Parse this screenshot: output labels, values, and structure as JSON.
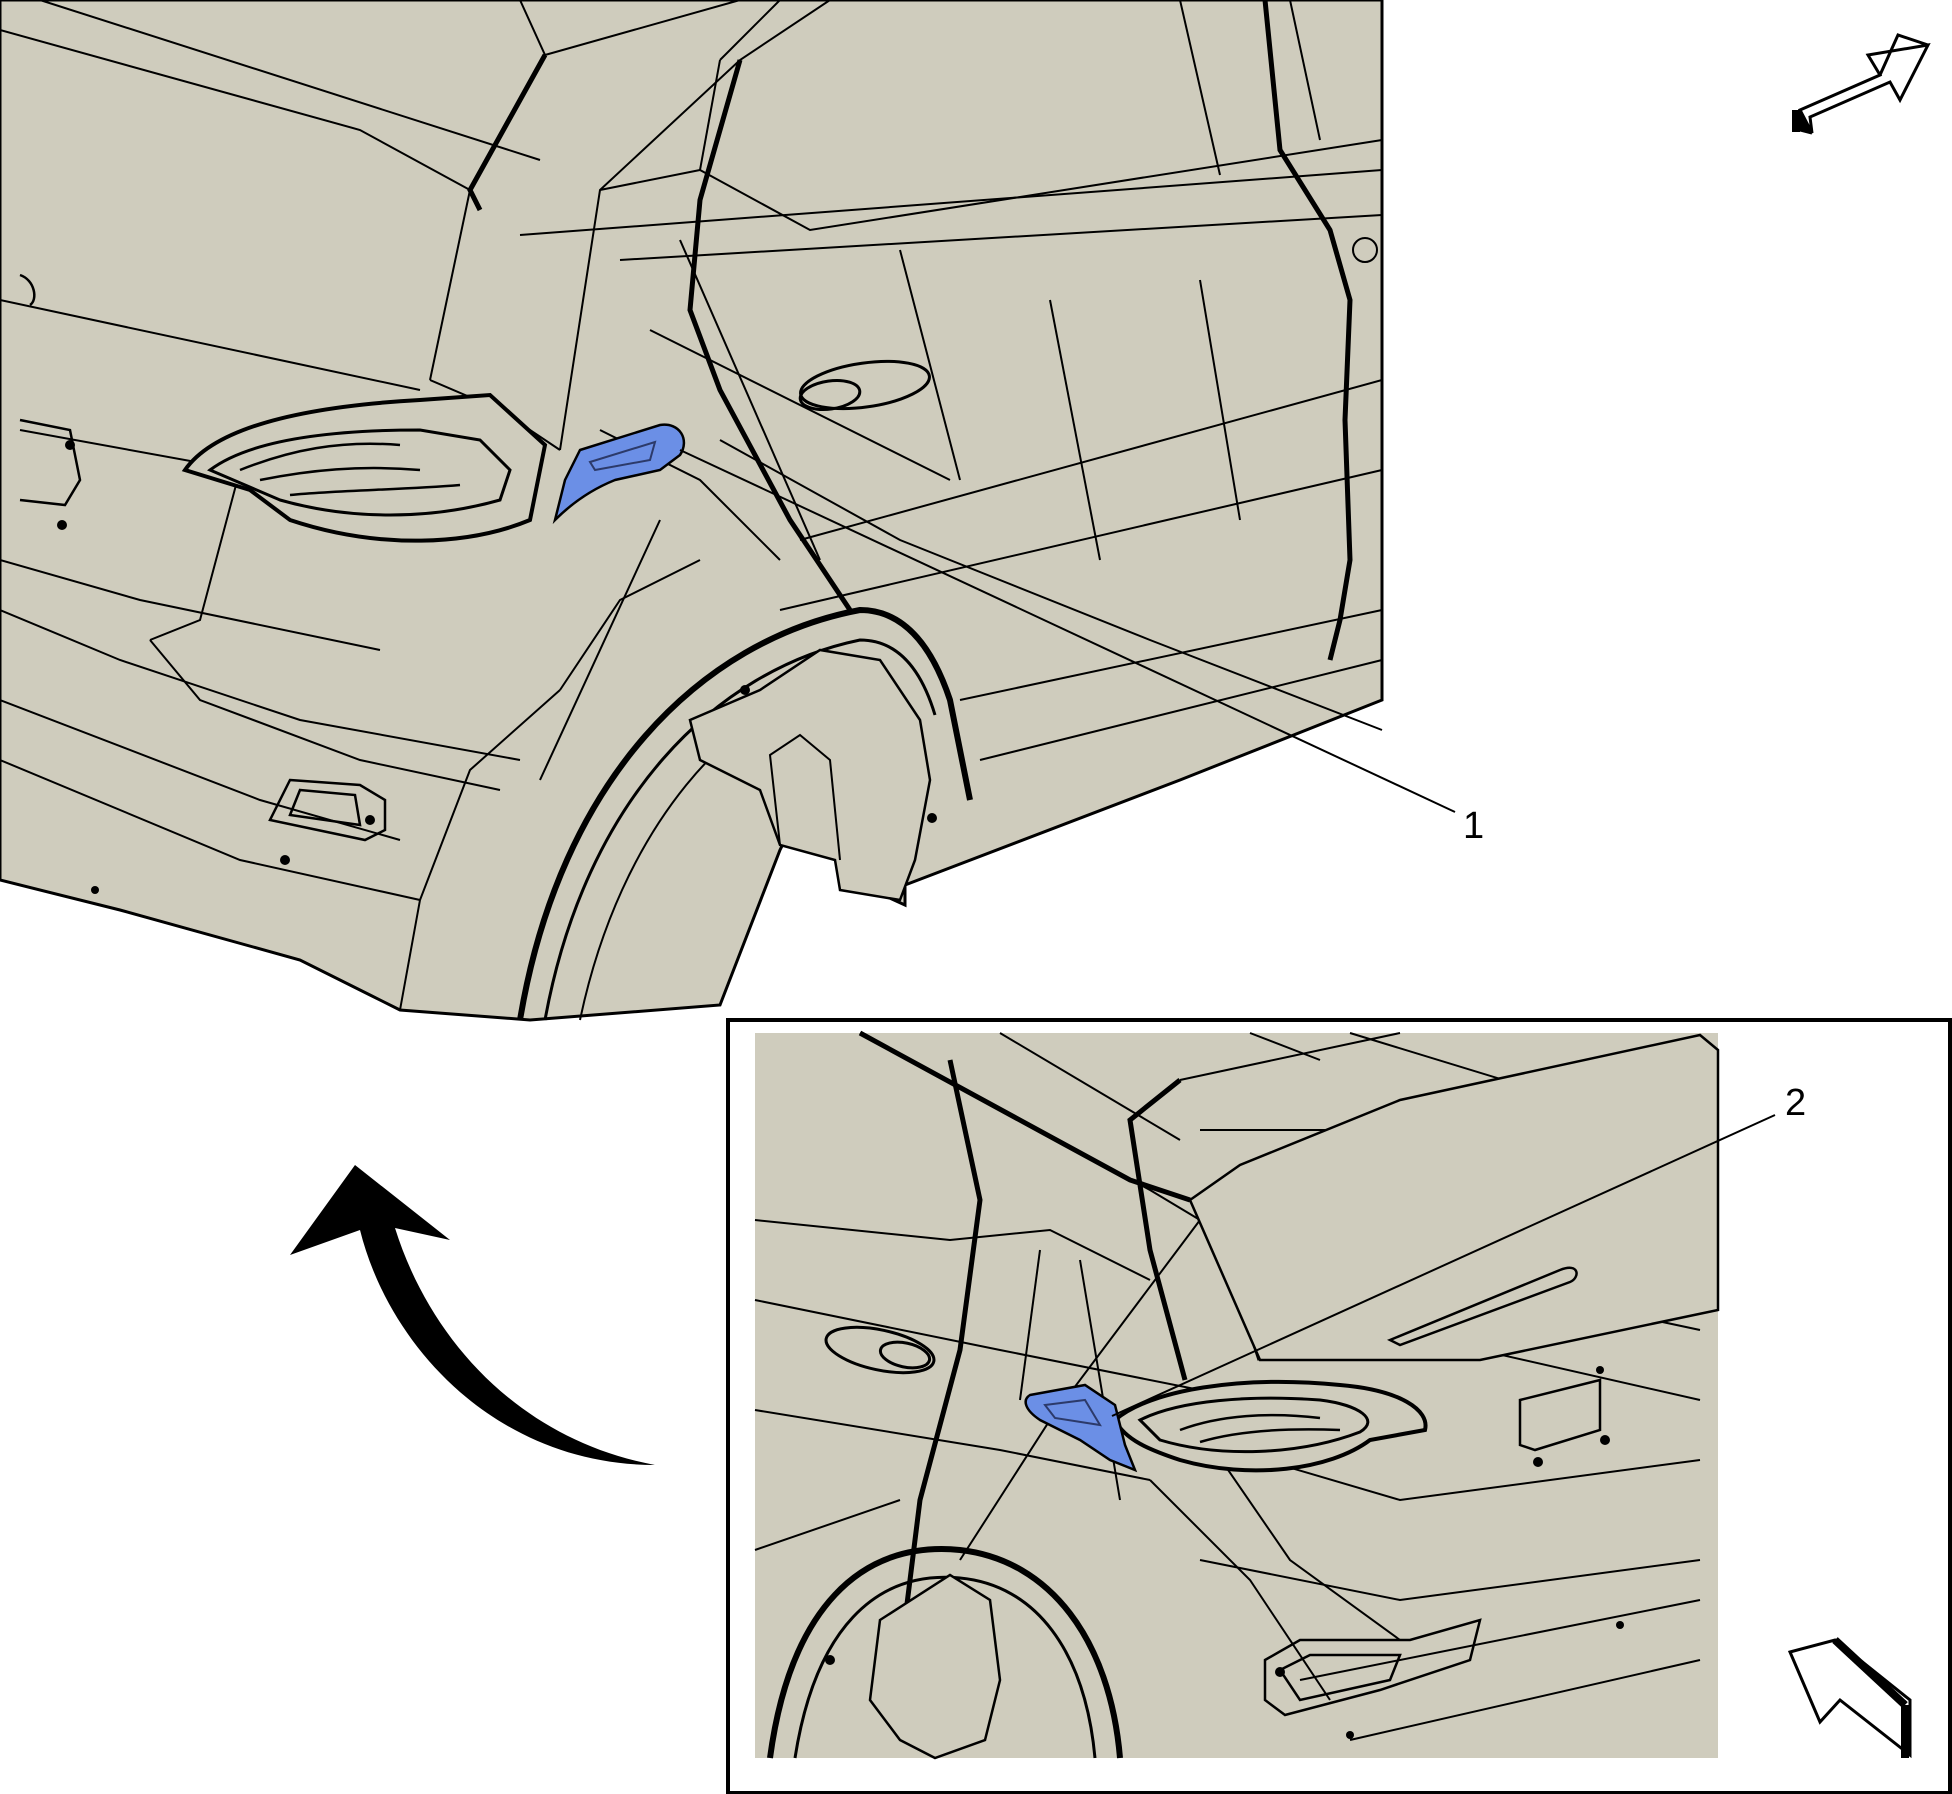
{
  "callouts": [
    {
      "id": "1",
      "text": "1"
    },
    {
      "id": "2",
      "text": "2"
    }
  ],
  "colors": {
    "body_fill": "#cfccbd",
    "highlight": "#6b8fe6",
    "line": "#000000",
    "background": "#ffffff"
  },
  "icons": {
    "view_arrow_top": "view-direction-arrow-icon",
    "view_arrow_inset": "view-direction-arrow-icon",
    "rotate_arrow": "curved-rotate-arrow-icon"
  }
}
